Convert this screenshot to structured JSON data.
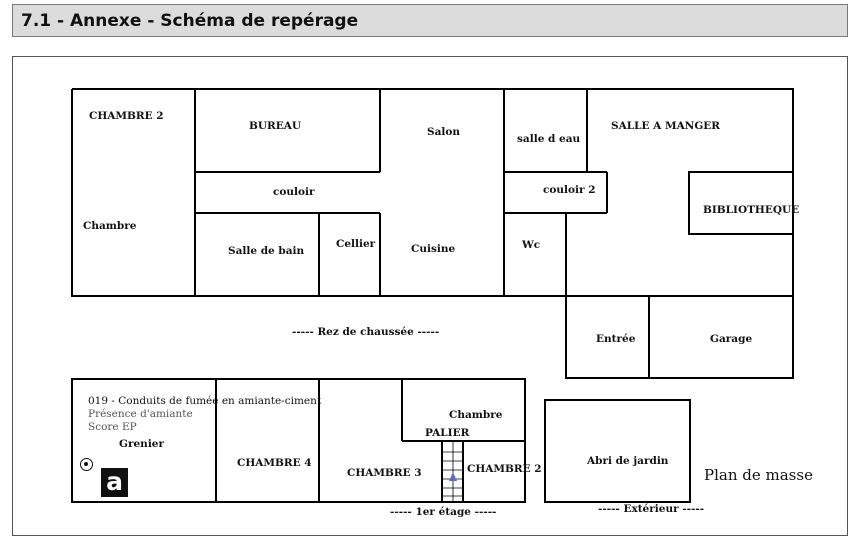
{
  "title": "7.1 - Annexe - Schéma de repérage",
  "ground_floor": {
    "rooms": {
      "chambre2": "CHAMBRE 2",
      "chambre": "Chambre",
      "bureau": "BUREAU",
      "salon": "Salon",
      "salle_deau": "salle d eau",
      "salle_a_manger": "SALLE A MANGER",
      "couloir": "couloir",
      "couloir2": "couloir 2",
      "bibliotheque": "BIBLIOTHEQUE",
      "salle_de_bain": "Salle de bain",
      "cellier": "Cellier",
      "cuisine": "Cuisine",
      "wc": "Wc",
      "entree": "Entrée",
      "garage": "Garage"
    },
    "caption": "----- Rez de chaussée -----"
  },
  "upper_floor": {
    "marker": {
      "code_title": "019 - Conduits de fumée en amiante-ciment",
      "presence": "Présence d'amiante",
      "score": "Score EP"
    },
    "logo_letter": "a",
    "rooms": {
      "grenier": "Grenier",
      "chambre4": "CHAMBRE 4",
      "chambre3": "CHAMBRE 3",
      "chambre": "Chambre",
      "palier": "PALIER",
      "chambre2": "CHAMBRE 2"
    },
    "caption": "----- 1er étage -----"
  },
  "outside": {
    "abri": "Abri de jardin",
    "caption": "----- Extérieur -----",
    "plan_de_masse": "Plan de masse"
  }
}
